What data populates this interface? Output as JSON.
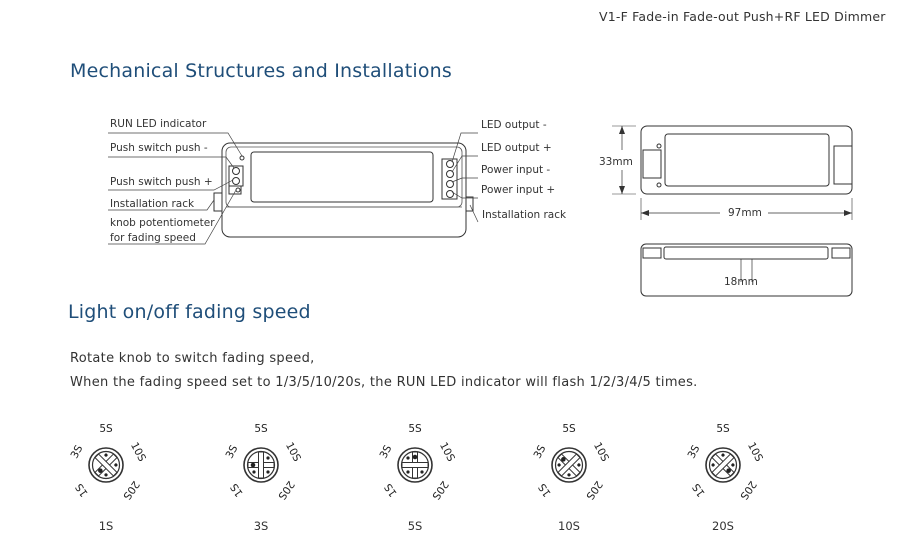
{
  "header": {
    "title": "V1-F   Fade-in Fade-out Push+RF LED Dimmer"
  },
  "section1": {
    "title": "Mechanical Structures and Installations",
    "left_labels": [
      "RUN LED indicator",
      "Push switch push -",
      "Push switch push +",
      "Installation rack",
      "knob potentiometer",
      "for fading speed"
    ],
    "right_labels": [
      "LED output -",
      "LED output +",
      "Power input -",
      "Power input +",
      "Installation rack"
    ],
    "dims": {
      "height": "33mm",
      "length": "97mm",
      "depth": "18mm"
    }
  },
  "section2": {
    "title": "Light on/off fading speed",
    "desc1": "Rotate knob to switch fading speed,",
    "desc2": "When the fading speed set to 1/3/5/10/20s, the RUN LED indicator will flash 1/2/3/4/5 times.",
    "dial_labels": [
      "5S",
      "10S",
      "20S",
      "1S",
      "3S"
    ],
    "knobs": [
      {
        "caption": "1S",
        "angle": 225
      },
      {
        "caption": "3S",
        "angle": 270
      },
      {
        "caption": "5S",
        "angle": 0
      },
      {
        "caption": "10S",
        "angle": 315
      },
      {
        "caption": "20S",
        "angle": 135
      }
    ]
  }
}
